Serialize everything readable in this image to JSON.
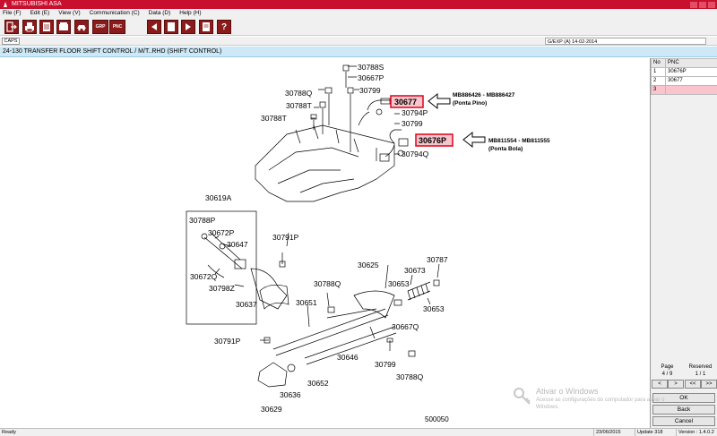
{
  "app": {
    "title": "MITSUBISHI ASA"
  },
  "menu": [
    "File (F)",
    "Edit (E)",
    "View (V)",
    "Communication (C)",
    "Data (D)",
    "Help (H)"
  ],
  "toolbar": {
    "grp_label": "GRP",
    "pnc_label": "PNC",
    "help_label": "?"
  },
  "status_top": {
    "caps": "CAPS",
    "dealer": "G/EXP (A)   14-02-2014"
  },
  "part_group": "24-130  TRANSFER FLOOR SHIFT CONTROL / M/T..RHD (SHIFT CONTROL)",
  "diagram": {
    "labels": [
      "30788S",
      "30667P",
      "30788Q",
      "30799",
      "30677",
      "30788T",
      "30794P",
      "30788T",
      "30799",
      "30676P",
      "30794Q",
      "30619A",
      "30788P",
      "30672P",
      "30791P",
      "30647",
      "30672Q",
      "30798Z",
      "30637",
      "30625",
      "30787",
      "30673",
      "30788Q",
      "30653",
      "30651",
      "30653",
      "30667Q",
      "30791P",
      "30646",
      "30799",
      "30788Q",
      "30636",
      "30652",
      "30629"
    ],
    "callout_top": {
      "part_numbers": "MB886426 - MB886427",
      "note": "(Ponta Pino)"
    },
    "callout_bottom": {
      "part_numbers": "MB811554 - MB811555",
      "note": "(Ponta Bola)"
    },
    "figure_number": "500050"
  },
  "pnc_table": {
    "headers": [
      "No",
      "PNC"
    ],
    "rows": [
      {
        "no": "1",
        "pnc": "30676P"
      },
      {
        "no": "2",
        "pnc": "30677"
      },
      {
        "no": "3",
        "pnc": ""
      }
    ]
  },
  "pager": {
    "page_label": "Page",
    "page_value": "4 / 9",
    "reserved_label": "Reserved",
    "reserved_value": "1 / 1",
    "prev": "<",
    "next": ">",
    "first": "<<",
    "last": ">>"
  },
  "buttons": {
    "ok": "OK",
    "back": "Back",
    "cancel": "Cancel"
  },
  "statusbar": {
    "ready": "Ready",
    "date": "23/06/2015",
    "update": "Update 318",
    "version": "Version : 1.4.0.2"
  },
  "watermark": {
    "title": "Ativar o Windows",
    "line1": "Acesse as configurações do computador para ativar o",
    "line2": "Windows."
  },
  "colors": {
    "brand": "#c8102e",
    "toolbar_button": "#8b1a1a",
    "part_bar": "#cde8f6",
    "highlight": "#e0001b",
    "selected_row": "#f9c4cc"
  }
}
